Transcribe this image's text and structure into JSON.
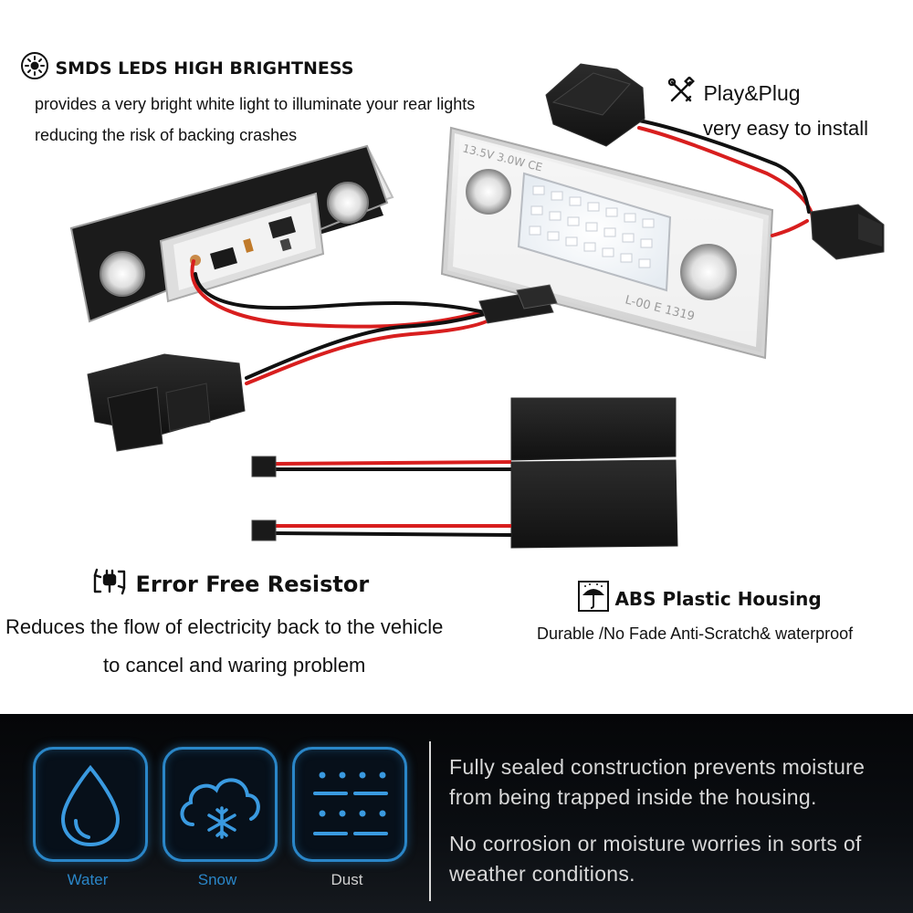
{
  "features": {
    "smd": {
      "title": "SMDS LEDS HIGH BRIGHTNESS",
      "line1": "provides a very bright white light to illuminate your rear lights",
      "line2": "reducing the risk of backing crashes",
      "icon": "sun-icon"
    },
    "plug": {
      "title": "Play&Plug",
      "line1": "very easy to install",
      "icon": "tools-icon"
    },
    "resistor": {
      "title": "Error Free Resistor",
      "line1": "Reduces the flow of electricity back to the vehicle",
      "line2": "to cancel and waring problem",
      "icon": "plug-cycle-icon"
    },
    "housing": {
      "title": "ABS Plastic Housing",
      "line1": "Durable /No Fade Anti-Scratch& waterproof",
      "icon": "umbrella-icon"
    }
  },
  "plate_light_markings": {
    "top_text": "13.5V 3.0W CE",
    "bottom_text": "L-00 E 1319"
  },
  "bottom": {
    "tiles": [
      {
        "label": "Water",
        "icon": "water-drop-icon",
        "color": "#2a86c8"
      },
      {
        "label": "Snow",
        "icon": "snow-cloud-icon",
        "color": "#2a86c8"
      },
      {
        "label": "Dust",
        "icon": "dust-icon",
        "color": "#d0d0d0"
      }
    ],
    "text1_line1": "Fully sealed construction prevents moisture",
    "text1_line2": "from being trapped inside the housing.",
    "text2_line1": "No corrosion or moisture worries in sorts of",
    "text2_line2": "weather conditions."
  },
  "colors": {
    "accent": "#2a86c8",
    "wire_red": "#d81e1e",
    "wire_black": "#111111",
    "panel_bg": "#07090c"
  }
}
